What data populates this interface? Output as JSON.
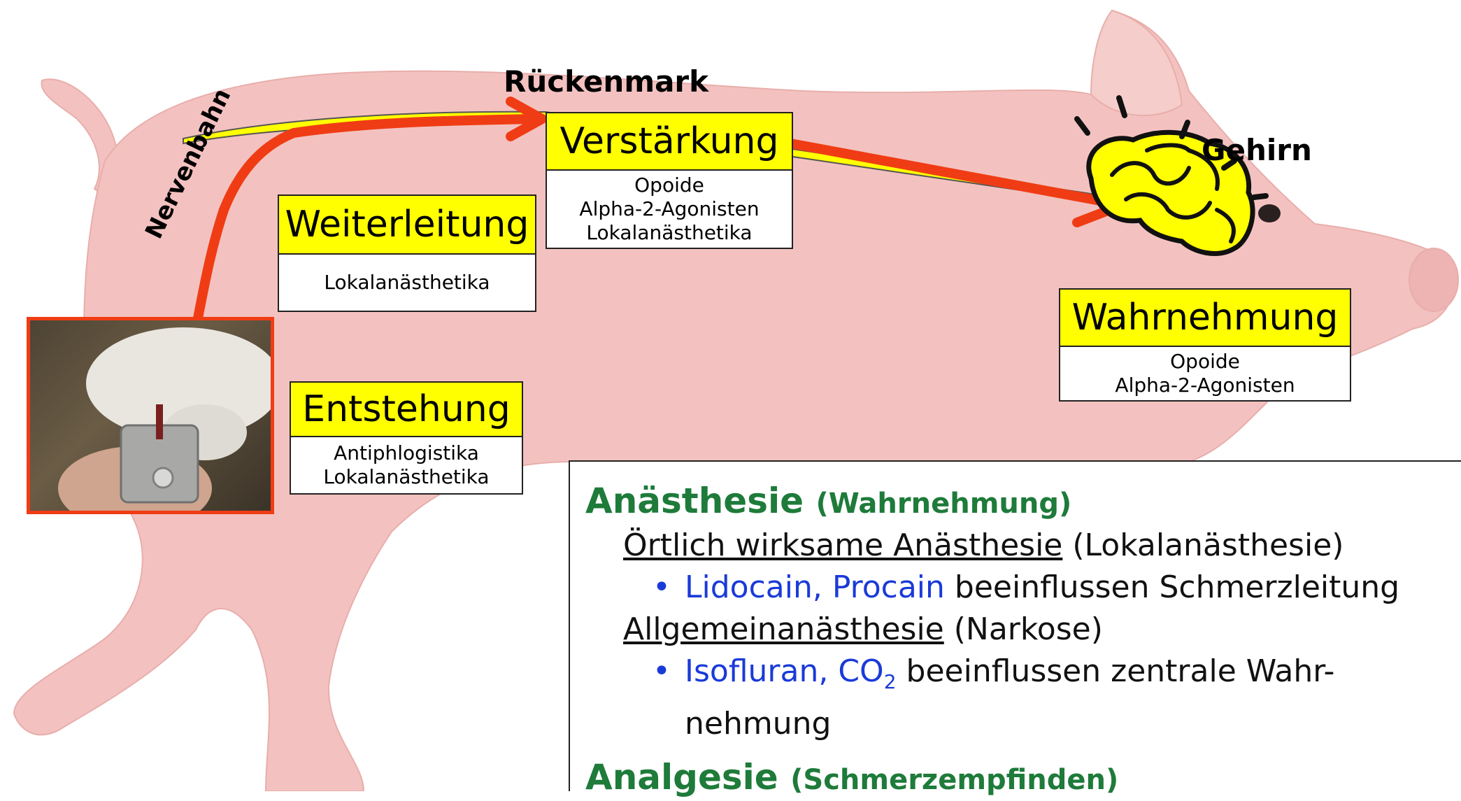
{
  "labels": {
    "spinal_cord": "Rückenmark",
    "brain": "Gehirn",
    "nerve_path": "Nervenbahn"
  },
  "stages": {
    "origin": {
      "title": "Entstehung",
      "drugs": [
        "Antiphlogistika",
        "Lokalanästhetika"
      ]
    },
    "transmission": {
      "title": "Weiterleitung",
      "drugs": [
        "Lokalanästhetika"
      ]
    },
    "amplification": {
      "title": "Verstärkung",
      "drugs": [
        "Opoide",
        "Alpha-2-Agonisten",
        "Lokalanästhetika"
      ]
    },
    "perception": {
      "title": "Wahrnehmung",
      "drugs": [
        "Opoide",
        "Alpha-2-Agonisten"
      ]
    }
  },
  "info": {
    "anaesthesia": {
      "title": "Anästhesie",
      "subtitle": "(Wahrnehmung)"
    },
    "local": {
      "term": "Örtlich wirksame Anästhesie",
      "paren": "(Lokalanästhesie)"
    },
    "local_bullet": {
      "drugs": "Lidocain, Procain",
      "rest": "beeinflussen Schmerzleitung"
    },
    "general": {
      "term": "Allgemeinanästhesie",
      "paren": "(Narkose)"
    },
    "general_bullet": {
      "drugs_prefix": "Isofluran, CO",
      "drugs_sub": "2",
      "rest_line1": "beeinflussen zentrale Wahr-",
      "rest_line2": "nehmung"
    },
    "analgesia": {
      "title": "Analgesie",
      "subtitle": "(Schmerzempfinden)"
    },
    "bullet_symbol": "•"
  },
  "colors": {
    "pig_skin": "#f3c2c0",
    "highlight_yellow": "#ffff00",
    "nerve_red": "#f03c14",
    "heading_green": "#1e7b3a",
    "drug_blue": "#1a3ad8"
  }
}
